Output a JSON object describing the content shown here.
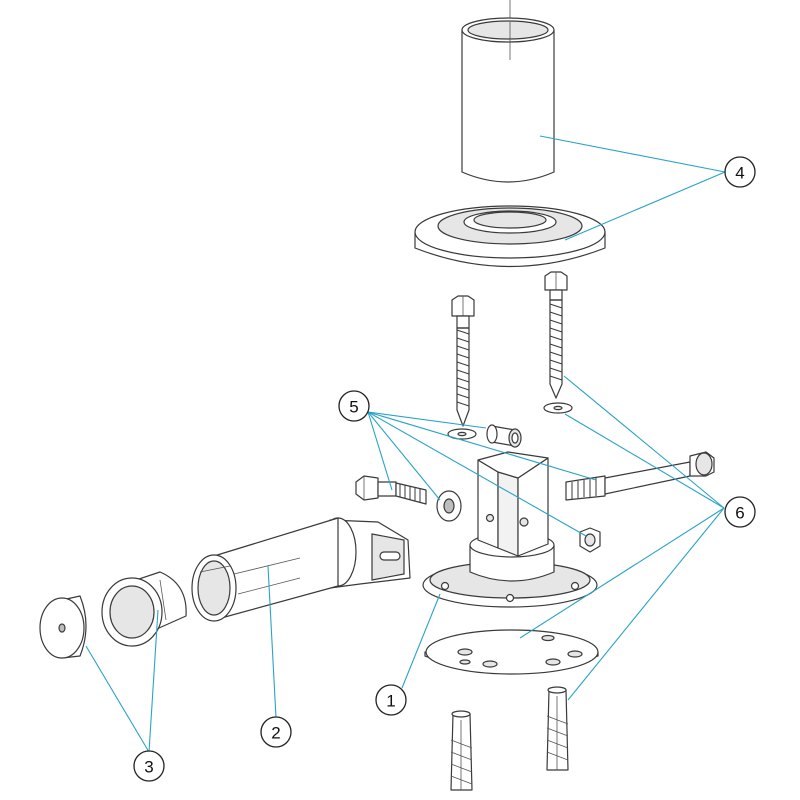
{
  "callouts": [
    {
      "id": "1",
      "label": "1"
    },
    {
      "id": "2",
      "label": "2"
    },
    {
      "id": "3",
      "label": "3"
    },
    {
      "id": "4",
      "label": "4"
    },
    {
      "id": "5",
      "label": "5"
    },
    {
      "id": "6",
      "label": "6"
    }
  ],
  "colors": {
    "leader": "#29a3c7",
    "outline": "#3a3a3a",
    "background": "#ffffff"
  }
}
